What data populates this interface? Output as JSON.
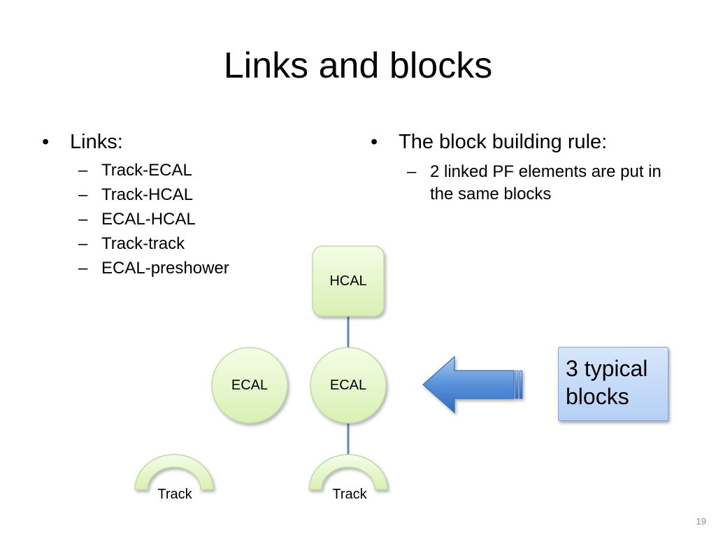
{
  "slide": {
    "title": "Links and blocks",
    "left_column": {
      "heading": "Links:",
      "items": [
        "Track-ECAL",
        "Track-HCAL",
        "ECAL-HCAL",
        "Track-track",
        "ECAL-preshower"
      ]
    },
    "right_column": {
      "heading": "The block building rule:",
      "items": [
        "2 linked PF elements are put in the same blocks"
      ]
    },
    "diagram": {
      "nodes": {
        "hcal": "HCAL",
        "ecal_left": "ECAL",
        "ecal_center": "ECAL",
        "track_left": "Track",
        "track_center": "Track"
      },
      "callout": "3 typical blocks"
    },
    "slide_number": "19"
  },
  "colors": {
    "node_fill": "#e9f8cf",
    "node_stroke": "#c9d9b0",
    "link_line": "#5b83be",
    "arrow_blue": "#3f7fd0",
    "callout_fill": "#c6dbf7"
  }
}
